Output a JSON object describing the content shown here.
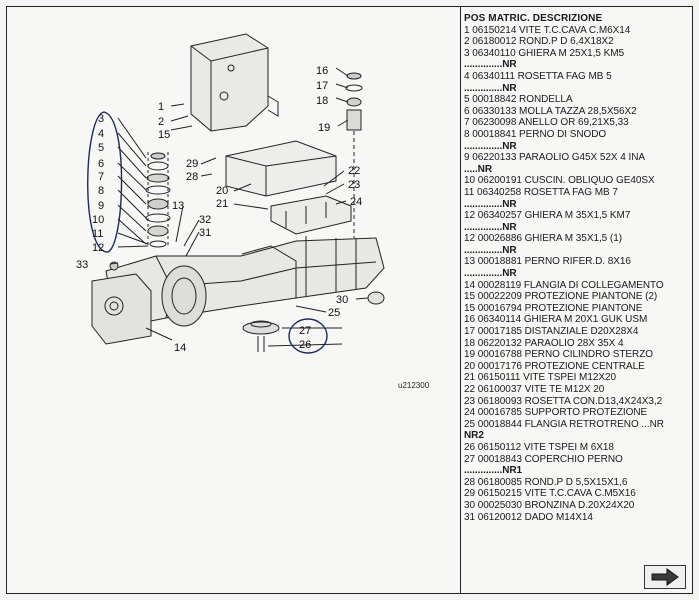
{
  "list": {
    "header": "POS MATRIC. DESCRIZIONE",
    "rows": [
      {
        "text": "1 06150214 VITE T.C.CAVA C.M6X14",
        "bold": false
      },
      {
        "text": "2 06180012 ROND.P D 6,4X18X2",
        "bold": false
      },
      {
        "text": "3 06340110 GHIERA M 25X1,5 KM5",
        "bold": false
      },
      {
        "text": "..............NR",
        "bold": true
      },
      {
        "text": "4 06340111 ROSETTA FAG MB 5",
        "bold": false
      },
      {
        "text": "..............NR",
        "bold": true
      },
      {
        "text": "5 00018842 RONDELLA",
        "bold": false
      },
      {
        "text": "6 06330133 MOLLA TAZZA 28,5X56X2",
        "bold": false
      },
      {
        "text": "7 06230098 ANELLO OR 69,21X5,33",
        "bold": false
      },
      {
        "text": "8 00018841 PERNO DI SNODO",
        "bold": false
      },
      {
        "text": "..............NR",
        "bold": true
      },
      {
        "text": "9 06220133 PARAOLIO G45X 52X 4 INA",
        "bold": false
      },
      {
        "text": ".....NR",
        "bold": true
      },
      {
        "text": "10 06200191 CUSCIN. OBLIQUO GE40SX",
        "bold": false
      },
      {
        "text": "11 06340258 ROSETTA FAG MB 7",
        "bold": false
      },
      {
        "text": "..............NR",
        "bold": true
      },
      {
        "text": "12 06340257 GHIERA M 35X1,5 KM7",
        "bold": false
      },
      {
        "text": "..............NR",
        "bold": true
      },
      {
        "text": "12 00026886 GHIERA M 35X1,5 (1)",
        "bold": false
      },
      {
        "text": "..............NR",
        "bold": true
      },
      {
        "text": "13 00018881 PERNO RIFER.D. 8X16",
        "bold": false
      },
      {
        "text": "..............NR",
        "bold": true
      },
      {
        "text": "14 00028119 FLANGIA DI COLLEGAMENTO",
        "bold": false
      },
      {
        "text": "15 00022209 PROTEZIONE PIANTONE (2)",
        "bold": false
      },
      {
        "text": "15 00016794 PROTEZIONE PIANTONE",
        "bold": false
      },
      {
        "text": "16 06340114 GHIERA M 20X1 GUK USM",
        "bold": false
      },
      {
        "text": "17 00017185 DISTANZIALE D20X28X4",
        "bold": false
      },
      {
        "text": "18 06220132 PARAOLIO 28X 35X 4",
        "bold": false
      },
      {
        "text": "19 00016788 PERNO CILINDRO STERZO",
        "bold": false
      },
      {
        "text": "20 00017176 PROTEZIONE CENTRALE",
        "bold": false
      },
      {
        "text": "21 06150111 VITE TSPEI M12X20",
        "bold": false
      },
      {
        "text": "22 06100037 VITE TE M12X 20",
        "bold": false
      },
      {
        "text": "23 06180093 ROSETTA CON.D13,4X24X3,2",
        "bold": false
      },
      {
        "text": "24 00016785 SUPPORTO PROTEZIONE",
        "bold": false
      },
      {
        "text": "25 00018844 FLANGIA RETROTRENO ...NR",
        "bold": false
      },
      {
        "text": "NR2",
        "bold": true
      },
      {
        "text": "26 06150112 VITE TSPEI M 6X18",
        "bold": false
      },
      {
        "text": "27 00018843 COPERCHIO PERNO",
        "bold": false
      },
      {
        "text": "..............NR1",
        "bold": true
      },
      {
        "text": "28 06180085 ROND.P D 5,5X15X1,6",
        "bold": false
      },
      {
        "text": "29 06150215 VITE T.C.CAVA C.M5X16",
        "bold": false
      },
      {
        "text": "30 00025030 BRONZINA D.20X24X20",
        "bold": false
      },
      {
        "text": "31 06120012 DADO M14X14",
        "bold": false
      }
    ]
  },
  "diagram": {
    "drawing_ref": "u212300",
    "callouts": [
      "1",
      "2",
      "3",
      "4",
      "5",
      "6",
      "7",
      "8",
      "9",
      "10",
      "11",
      "12",
      "13",
      "14",
      "15",
      "16",
      "17",
      "18",
      "19",
      "20",
      "21",
      "22",
      "23",
      "24",
      "25",
      "26",
      "27",
      "28",
      "29",
      "30",
      "31",
      "32",
      "33"
    ]
  },
  "nav": {
    "next_icon": "arrow-right-icon"
  }
}
